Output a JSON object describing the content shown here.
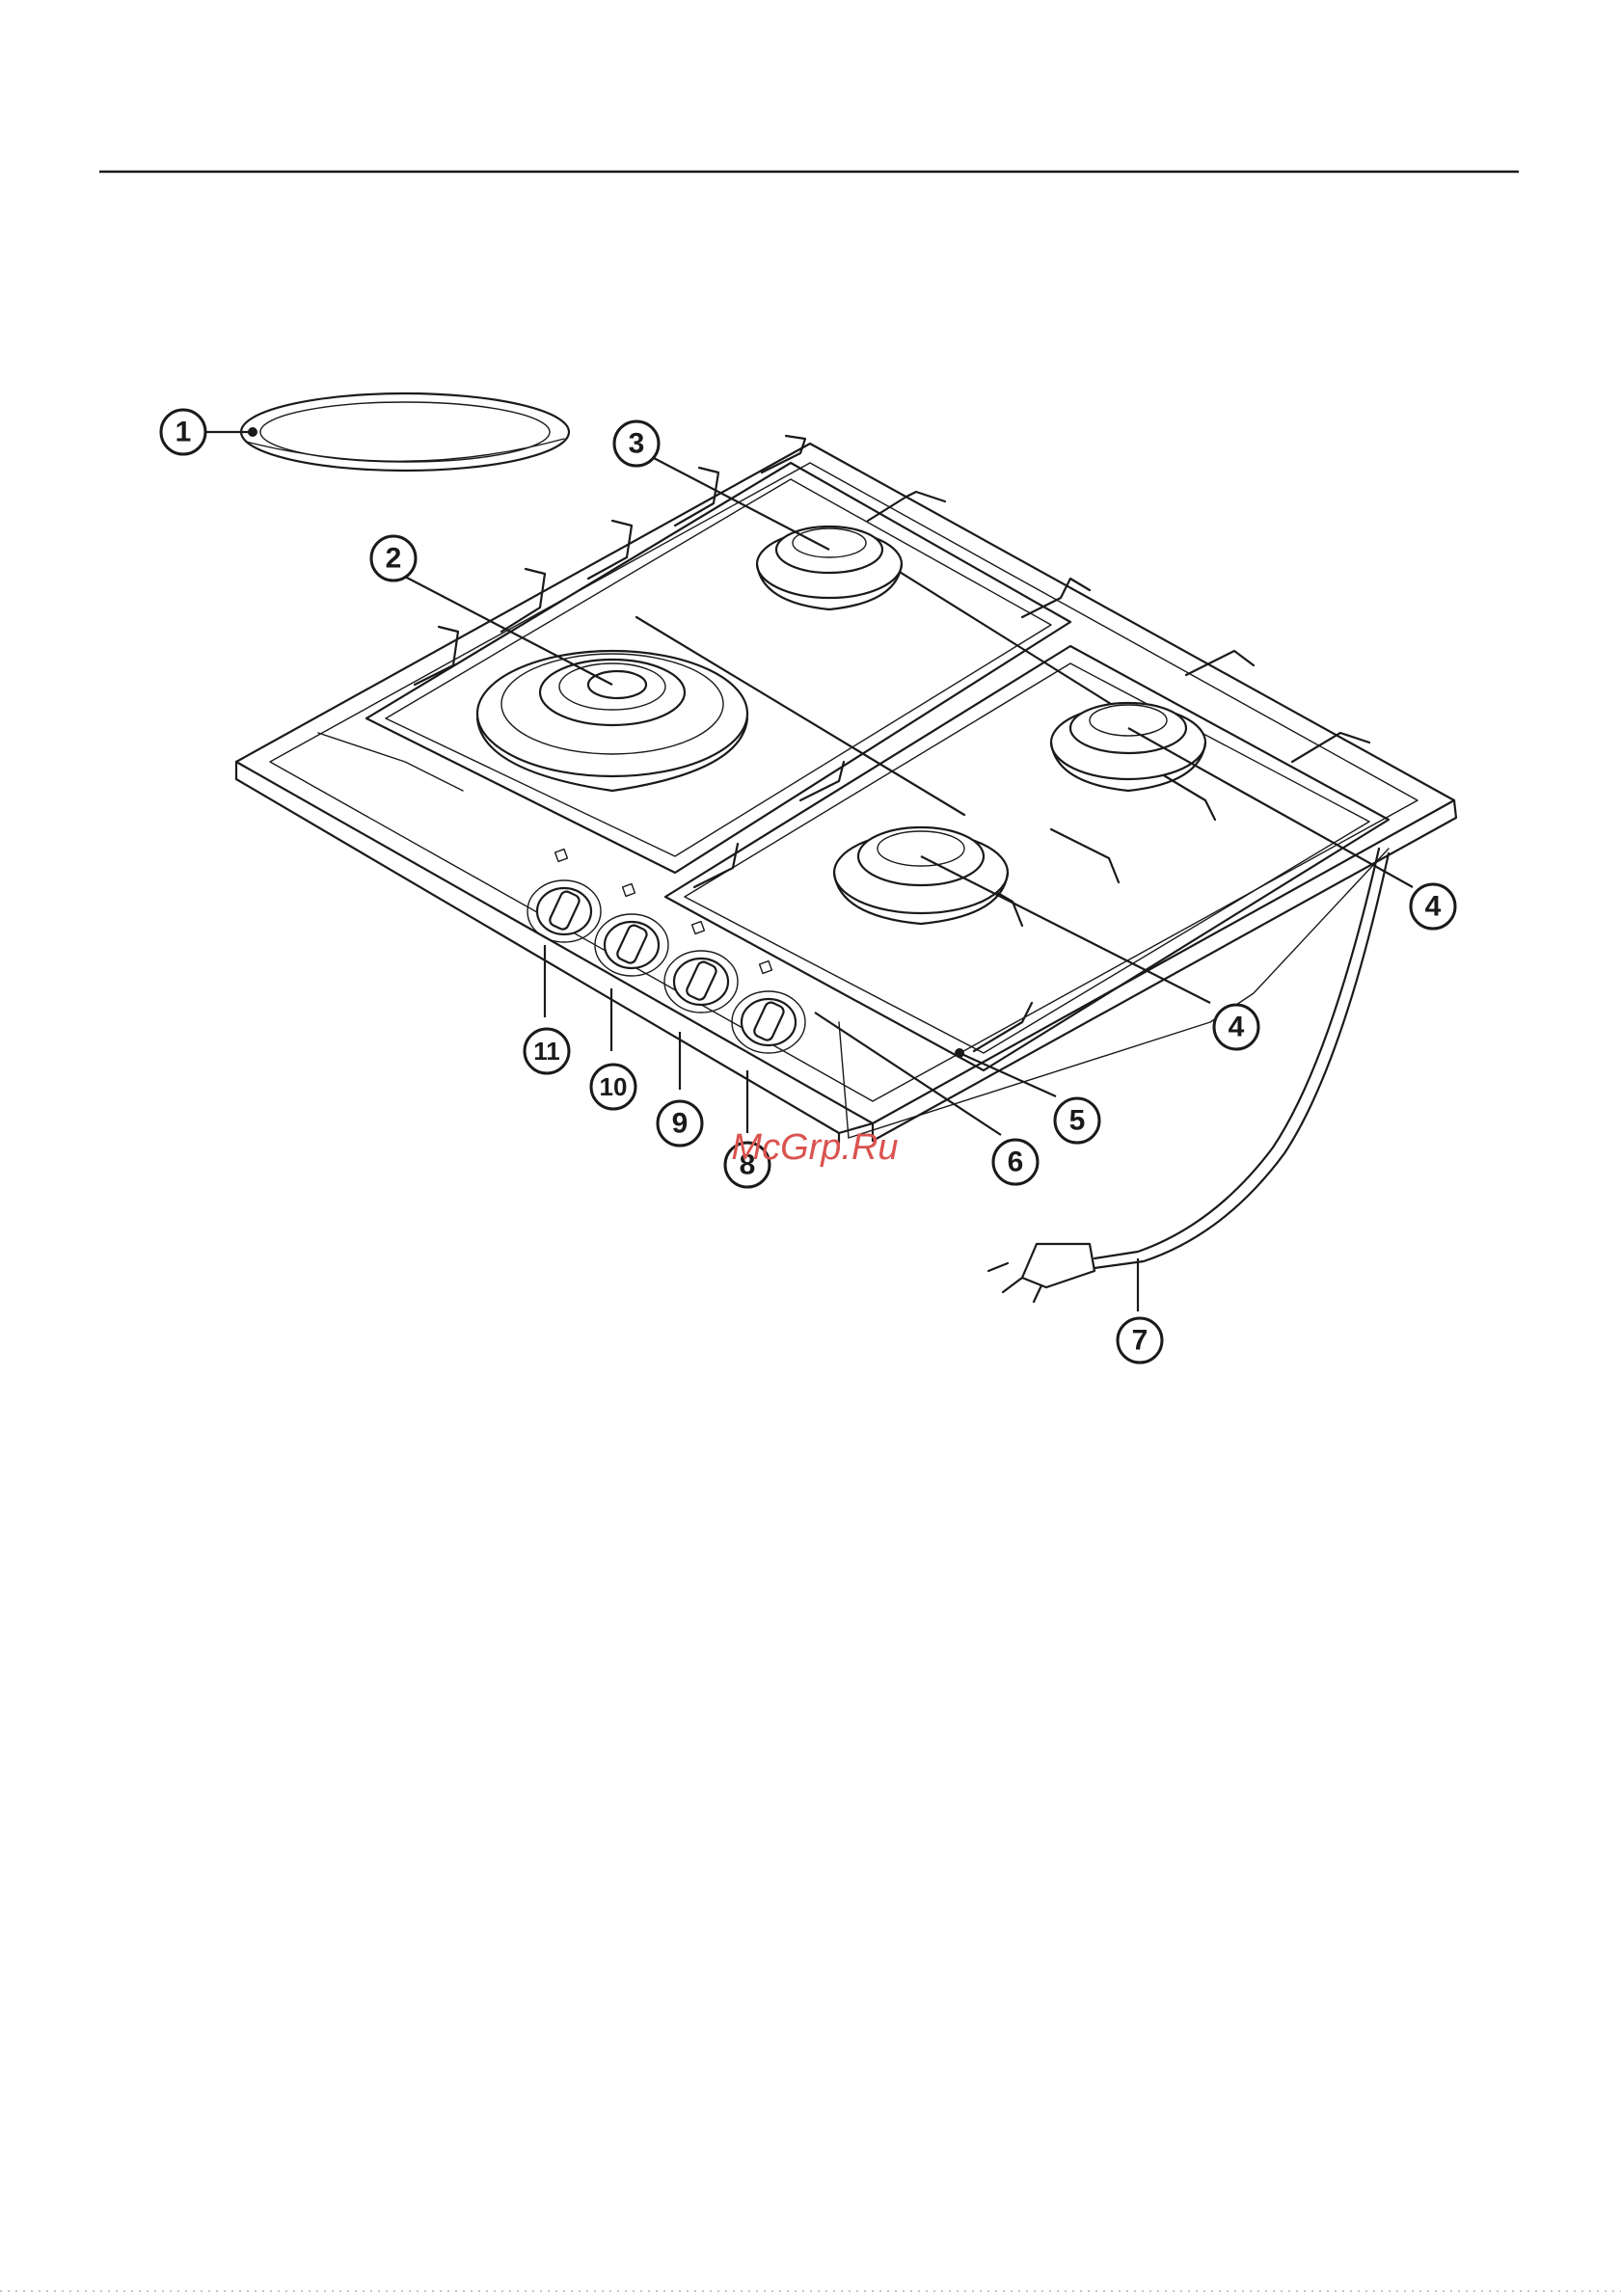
{
  "callouts": [
    {
      "id": "1",
      "label": "1"
    },
    {
      "id": "2",
      "label": "2"
    },
    {
      "id": "3",
      "label": "3"
    },
    {
      "id": "4a",
      "label": "4"
    },
    {
      "id": "4b",
      "label": "4"
    },
    {
      "id": "5",
      "label": "5"
    },
    {
      "id": "6",
      "label": "6"
    },
    {
      "id": "7",
      "label": "7"
    },
    {
      "id": "8",
      "label": "8"
    },
    {
      "id": "9",
      "label": "9"
    },
    {
      "id": "10",
      "label": "10"
    },
    {
      "id": "11",
      "label": "11"
    }
  ],
  "watermark": "McGrp.Ru",
  "colors": {
    "ink": "#1a1a1a",
    "watermark": "#d9534f"
  }
}
